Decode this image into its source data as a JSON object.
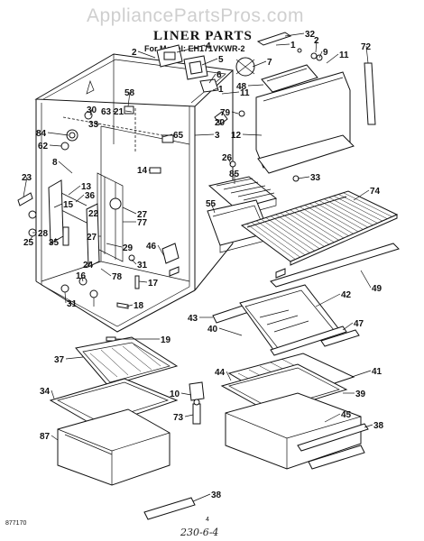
{
  "watermark": "AppliancePartsPros.com",
  "header": {
    "title": "LINER PARTS",
    "model_line": "For Model: EH171VKWR-2"
  },
  "footer": {
    "doc_code": "877170",
    "page_no": "4",
    "handwritten_note": "230-6-4"
  },
  "callouts": [
    {
      "id": "c32",
      "text": "32"
    },
    {
      "id": "c1a",
      "text": "1"
    },
    {
      "id": "c4",
      "text": "4"
    },
    {
      "id": "c2a",
      "text": "2"
    },
    {
      "id": "c5",
      "text": "5"
    },
    {
      "id": "c2b",
      "text": "2"
    },
    {
      "id": "c9",
      "text": "9"
    },
    {
      "id": "c11a",
      "text": "11"
    },
    {
      "id": "c72",
      "text": "72"
    },
    {
      "id": "c7",
      "text": "7"
    },
    {
      "id": "c6",
      "text": "6"
    },
    {
      "id": "c48",
      "text": "48"
    },
    {
      "id": "c1b",
      "text": "1"
    },
    {
      "id": "c11b",
      "text": "11"
    },
    {
      "id": "c58",
      "text": "58"
    },
    {
      "id": "c30",
      "text": "30"
    },
    {
      "id": "c63",
      "text": "63"
    },
    {
      "id": "c21",
      "text": "21"
    },
    {
      "id": "c33a",
      "text": "33"
    },
    {
      "id": "c84",
      "text": "84"
    },
    {
      "id": "c62",
      "text": "62"
    },
    {
      "id": "c65",
      "text": "65"
    },
    {
      "id": "c79",
      "text": "79"
    },
    {
      "id": "c20",
      "text": "20"
    },
    {
      "id": "c3",
      "text": "3"
    },
    {
      "id": "c12",
      "text": "12"
    },
    {
      "id": "c26",
      "text": "26"
    },
    {
      "id": "c8",
      "text": "8"
    },
    {
      "id": "c14",
      "text": "14"
    },
    {
      "id": "c23",
      "text": "23"
    },
    {
      "id": "c13",
      "text": "13"
    },
    {
      "id": "c36",
      "text": "36"
    },
    {
      "id": "c85",
      "text": "85"
    },
    {
      "id": "c33b",
      "text": "33"
    },
    {
      "id": "c74",
      "text": "74"
    },
    {
      "id": "c15",
      "text": "15"
    },
    {
      "id": "c22",
      "text": "22"
    },
    {
      "id": "c55",
      "text": "55"
    },
    {
      "id": "c27a",
      "text": "27"
    },
    {
      "id": "c77",
      "text": "77"
    },
    {
      "id": "c28",
      "text": "28"
    },
    {
      "id": "c25",
      "text": "25"
    },
    {
      "id": "c35",
      "text": "35"
    },
    {
      "id": "c27b",
      "text": "27"
    },
    {
      "id": "c46",
      "text": "46"
    },
    {
      "id": "c29",
      "text": "29"
    },
    {
      "id": "c31a",
      "text": "31"
    },
    {
      "id": "c24",
      "text": "24"
    },
    {
      "id": "c16",
      "text": "16"
    },
    {
      "id": "c78",
      "text": "78"
    },
    {
      "id": "c17",
      "text": "17"
    },
    {
      "id": "c49",
      "text": "49"
    },
    {
      "id": "c42",
      "text": "42"
    },
    {
      "id": "c31b",
      "text": "31"
    },
    {
      "id": "c18",
      "text": "18"
    },
    {
      "id": "c43",
      "text": "43"
    },
    {
      "id": "c47",
      "text": "47"
    },
    {
      "id": "c19",
      "text": "19"
    },
    {
      "id": "c40",
      "text": "40"
    },
    {
      "id": "c37",
      "text": "37"
    },
    {
      "id": "c44",
      "text": "44"
    },
    {
      "id": "c41",
      "text": "41"
    },
    {
      "id": "c10",
      "text": "10"
    },
    {
      "id": "c39",
      "text": "39"
    },
    {
      "id": "c34",
      "text": "34"
    },
    {
      "id": "c73",
      "text": "73"
    },
    {
      "id": "c45",
      "text": "45"
    },
    {
      "id": "c38a",
      "text": "38"
    },
    {
      "id": "c87",
      "text": "87"
    },
    {
      "id": "c38b",
      "text": "38"
    }
  ]
}
